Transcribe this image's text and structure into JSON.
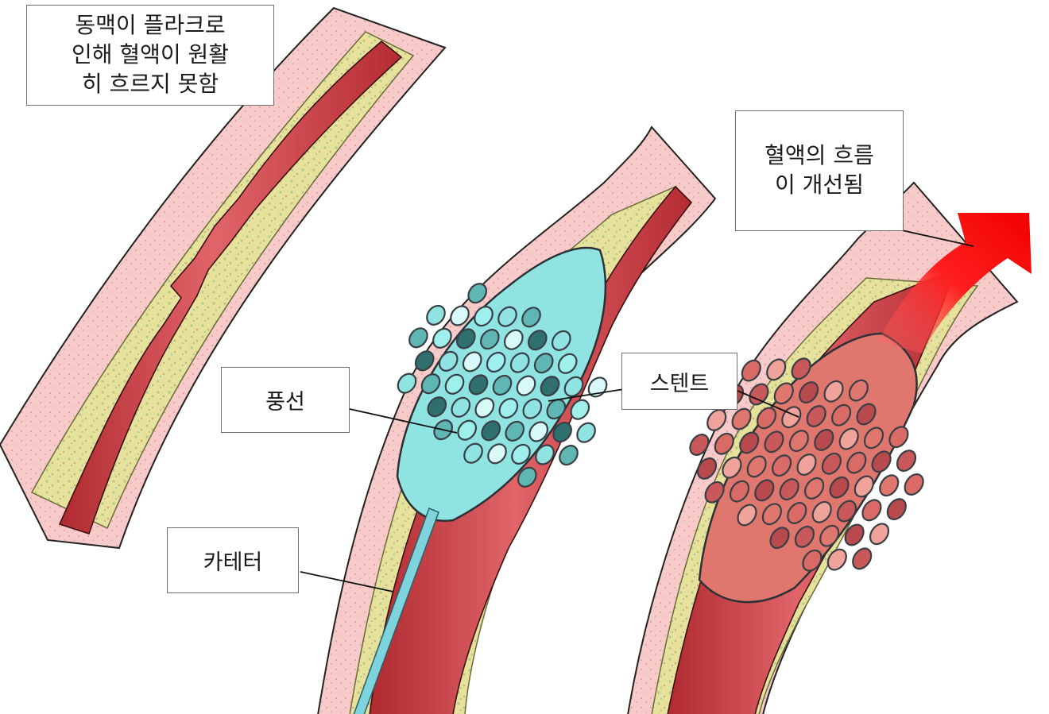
{
  "labels": {
    "blocked": [
      "동맥이 플라크로",
      "인해 혈액이 원활",
      "히 흐르지 못함"
    ],
    "balloon": "풍선",
    "catheter": "카테터",
    "stent": "스텐트",
    "improved": [
      "혈액의 흐름",
      "이 개선됨"
    ]
  },
  "colors": {
    "outer_wall": "#f5c4c4",
    "wall_line": "#222222",
    "plaque": "#e7e39d",
    "lumen": "#c8343a",
    "lumen_highlight": "#e2686a",
    "balloon": "#8fe3e0",
    "balloon_dark": "#3a8f8d",
    "stent_mesh": "#3a3f45",
    "expanded_cell": "#e0776f",
    "catheter": "#7fd3dc",
    "arrow": "#ff1a1a"
  }
}
